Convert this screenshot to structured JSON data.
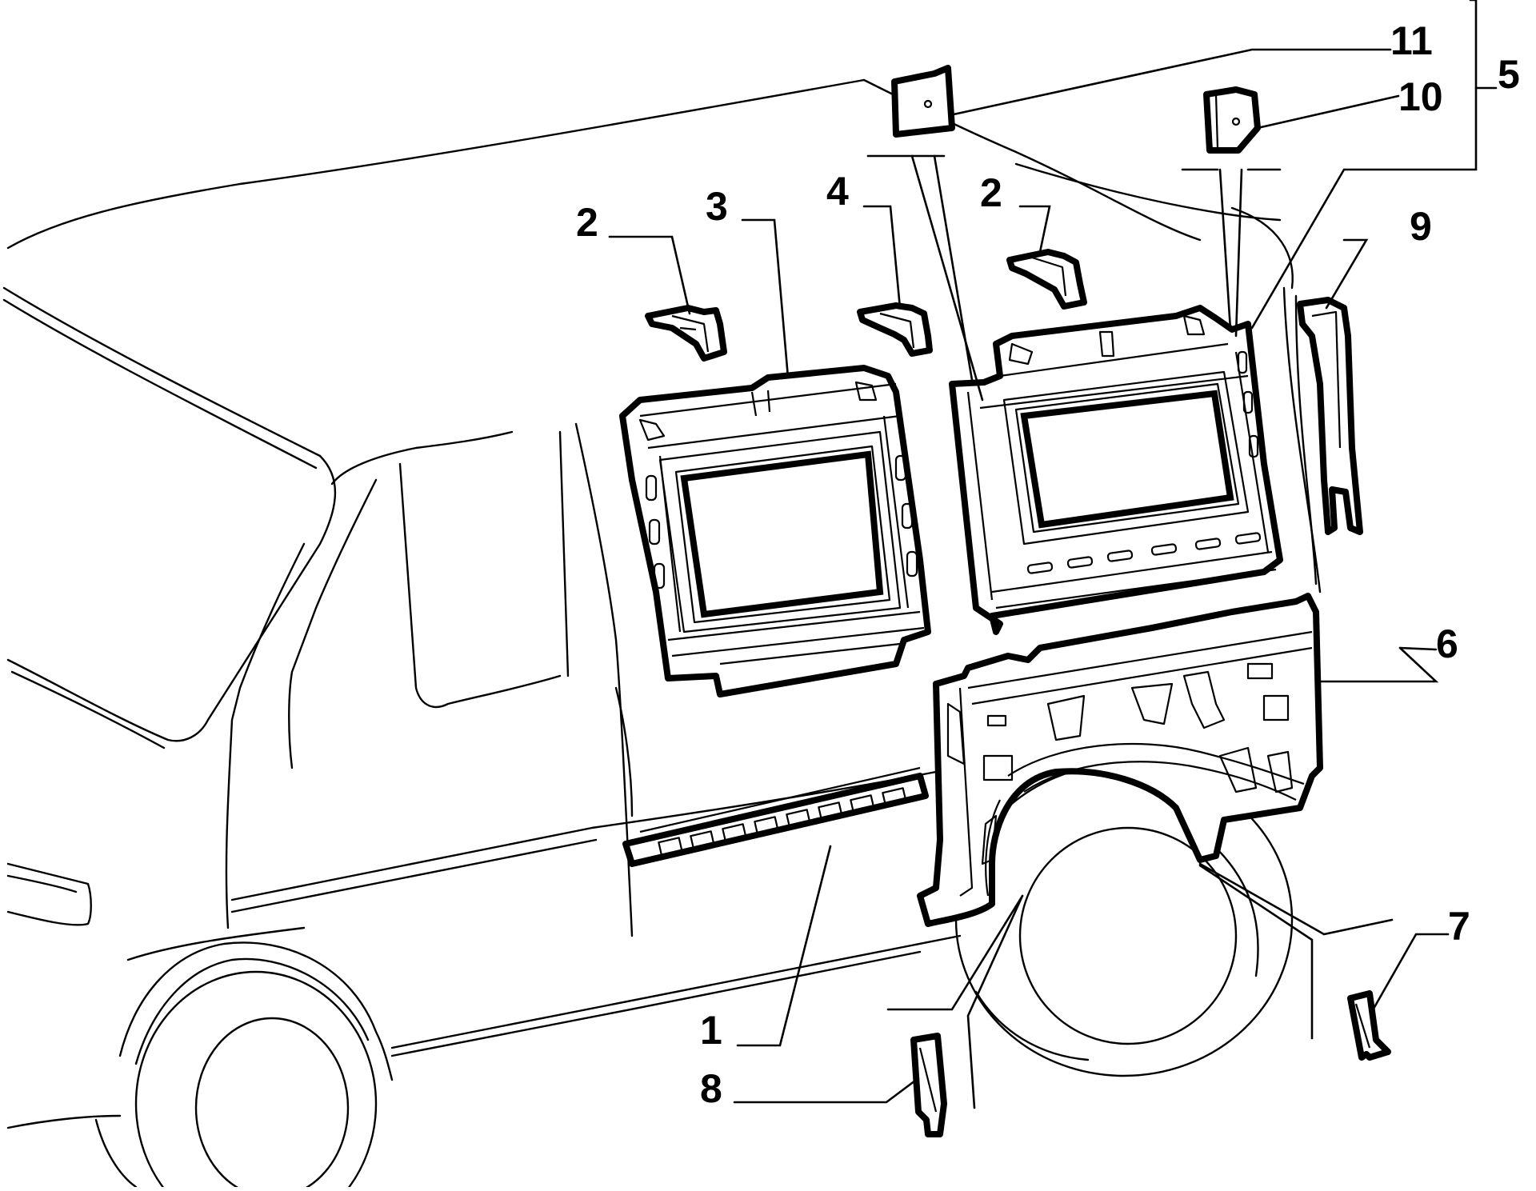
{
  "callouts": [
    {
      "id": "c1",
      "text": "1"
    },
    {
      "id": "c2a",
      "text": "2"
    },
    {
      "id": "c2b",
      "text": "2"
    },
    {
      "id": "c3",
      "text": "3"
    },
    {
      "id": "c4",
      "text": "4"
    },
    {
      "id": "c5",
      "text": "5"
    },
    {
      "id": "c6",
      "text": "6"
    },
    {
      "id": "c7",
      "text": "7"
    },
    {
      "id": "c8",
      "text": "8"
    },
    {
      "id": "c9",
      "text": "9"
    },
    {
      "id": "c10",
      "text": "10"
    },
    {
      "id": "c11",
      "text": "11"
    }
  ]
}
